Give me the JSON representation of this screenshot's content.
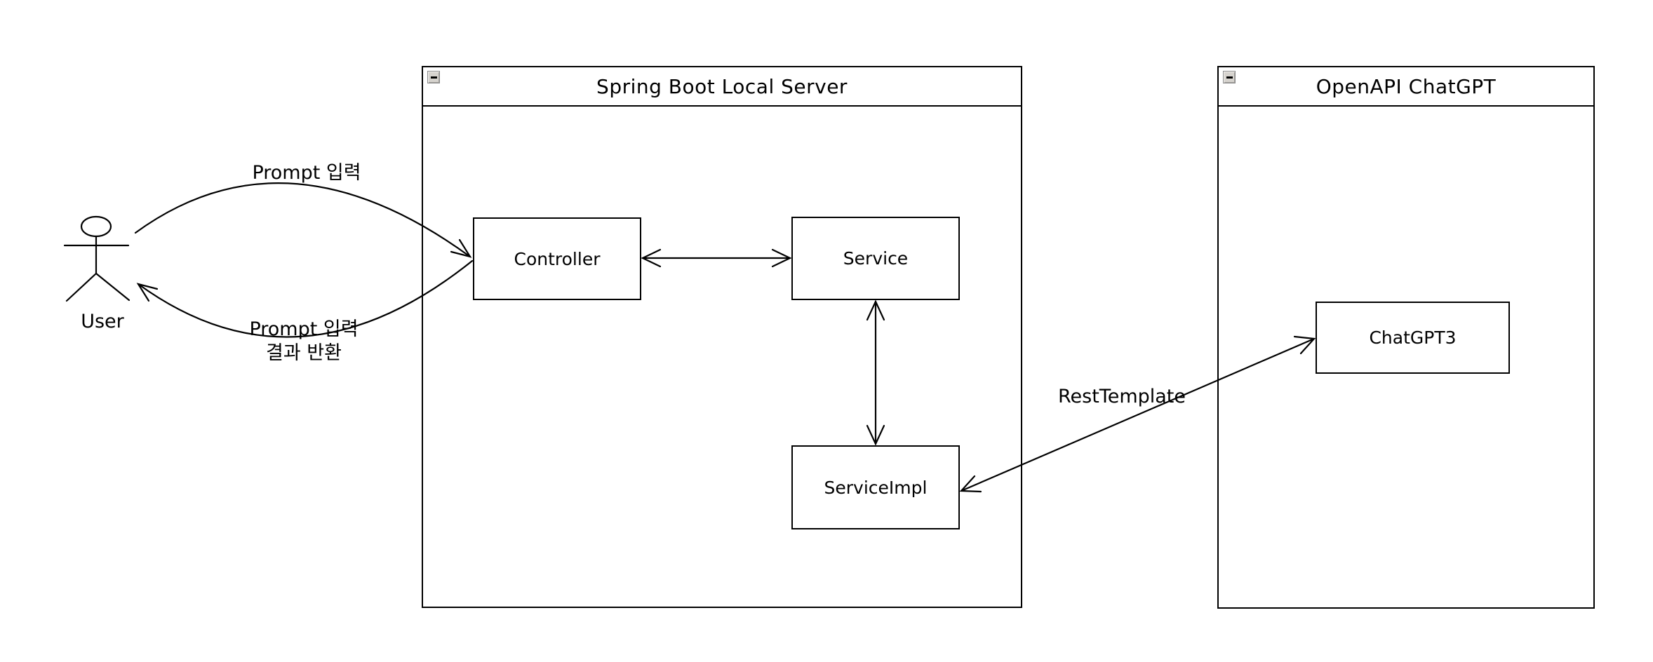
{
  "colors": {
    "stroke": "#000000",
    "background": "#ffffff",
    "collapse_button_face": "#d6d3ce"
  },
  "frames": {
    "spring": {
      "title": "Spring Boot Local Server"
    },
    "openapi": {
      "title": "OpenAPI ChatGPT"
    }
  },
  "actor": {
    "label": "User"
  },
  "nodes": {
    "controller": {
      "label": "Controller"
    },
    "service": {
      "label": "Service"
    },
    "serviceimpl": {
      "label": "ServiceImpl"
    },
    "chatgpt3": {
      "label": "ChatGPT3"
    }
  },
  "edges": {
    "prompt_input": {
      "label": "Prompt 입력"
    },
    "prompt_return": {
      "label_line1": "Prompt 입력",
      "label_line2": "결과 반환"
    },
    "rest_template": {
      "label": "RestTemplate"
    }
  }
}
